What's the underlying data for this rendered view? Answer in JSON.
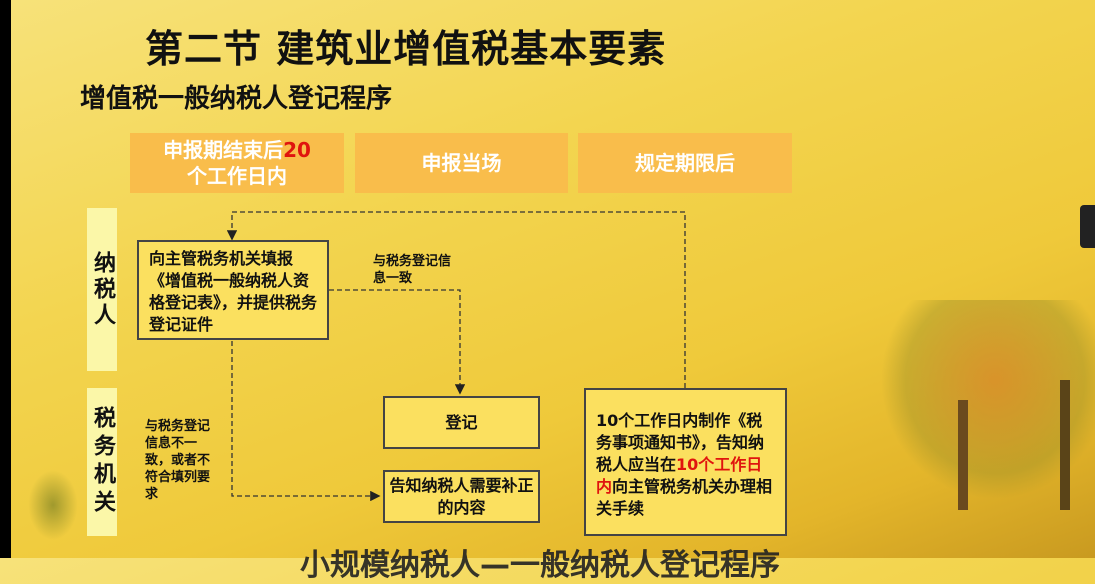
{
  "title": "第二节  建筑业增值税基本要素",
  "subtitle": "增值税一般纳税人登记程序",
  "headers": [
    {
      "pre": "申报期结束后",
      "red": "20",
      "post": "个工作日内"
    },
    {
      "label": "申报当场"
    },
    {
      "label": "规定期限后"
    }
  ],
  "lanes": {
    "taxpayer": "纳税人",
    "authority": "税务机关"
  },
  "boxes": {
    "apply": "向主管税务机关填报《增值税一般纳税人资格登记表》，并提供税务登记证件",
    "register": "登记",
    "notify": "告知纳税人需要补正的内容",
    "notice": {
      "pre": "10个工作日内制作《税务事项通知书》，告知纳税人应当在",
      "red": "10个工作日内",
      "post": "向主管税务机关办理相关手续"
    }
  },
  "notes": {
    "consistent": "与税务登记信息一致",
    "inconsistent": "与税务登记信息不一致，或者不符合填列要求"
  },
  "bottom_text": "小规模纳税人—一般纳税人登记程序",
  "colors": {
    "header": "#f9bd4b",
    "box": "#fbe05f",
    "lane": "#fbf7a8",
    "red": "#e0140e"
  }
}
